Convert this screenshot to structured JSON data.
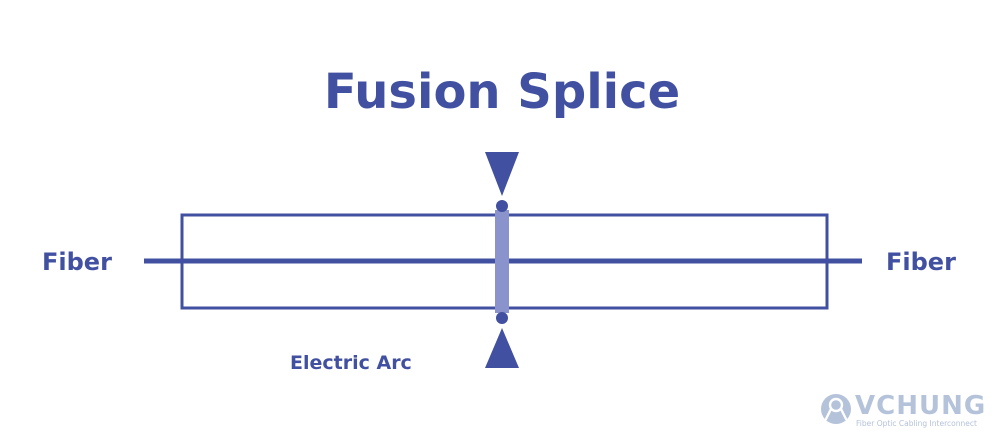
{
  "title": "Fusion Splice",
  "labels": {
    "fiber_left": "Fiber",
    "fiber_right": "Fiber",
    "electric_arc": "Electric Arc"
  },
  "brand": {
    "name": "VCHUNG",
    "tagline": "Fiber Optic Cabling Interconnect",
    "logo_icon": "ribbon-loop-icon"
  },
  "colors": {
    "primary": "#4150a0",
    "arc_bar": "#8b93cc",
    "brand": "#b4c2da"
  }
}
